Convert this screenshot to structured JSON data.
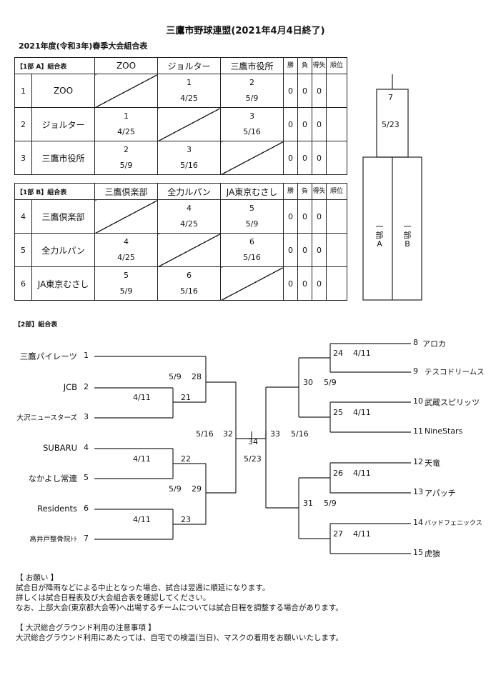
{
  "title": "三鷹市野球連盟(2021年4月4日終了)",
  "subtitle": "2021年度(令和3年)春季大会組合表",
  "league_a": {
    "corner": "【1部 A】組合表",
    "teams": [
      "ZOO",
      "ジョルター",
      "三鷹市役所"
    ],
    "stat_headers": [
      "勝",
      "負",
      "得失",
      "順位"
    ],
    "rows": [
      {
        "num": "1",
        "name": "ZOO",
        "cells": [
          null,
          [
            "1",
            "4/25"
          ],
          [
            "2",
            "5/9"
          ]
        ],
        "stats": [
          "0",
          "0",
          "0",
          ""
        ]
      },
      {
        "num": "2",
        "name": "ジョルター",
        "cells": [
          [
            "1",
            "4/25"
          ],
          null,
          [
            "3",
            "5/16"
          ]
        ],
        "stats": [
          "0",
          "0",
          "0",
          ""
        ]
      },
      {
        "num": "3",
        "name": "三鷹市役所",
        "cells": [
          [
            "2",
            "5/9"
          ],
          [
            "3",
            "5/16"
          ],
          null
        ],
        "stats": [
          "0",
          "0",
          "0",
          ""
        ]
      }
    ]
  },
  "league_b": {
    "corner": "【1部 B】組合表",
    "teams": [
      "三鷹倶楽部",
      "全力ルパン",
      "JA東京むさし"
    ],
    "stat_headers": [
      "勝",
      "負",
      "得失",
      "順位"
    ],
    "rows": [
      {
        "num": "4",
        "name": "三鷹倶楽部",
        "cells": [
          null,
          [
            "4",
            "4/25"
          ],
          [
            "5",
            "5/9"
          ]
        ],
        "stats": [
          "0",
          "0",
          "0",
          ""
        ]
      },
      {
        "num": "5",
        "name": "全力ルパン",
        "cells": [
          [
            "4",
            "4/25"
          ],
          null,
          [
            "6",
            "5/16"
          ]
        ],
        "stats": [
          "0",
          "0",
          "0",
          ""
        ]
      },
      {
        "num": "6",
        "name": "JA東京むさし",
        "cells": [
          [
            "5",
            "5/9"
          ],
          [
            "6",
            "5/16"
          ],
          null
        ],
        "stats": [
          "0",
          "0",
          "0",
          ""
        ]
      }
    ]
  },
  "final1": {
    "game": "7",
    "date": "5/23",
    "left": "一\n部\nA",
    "right": "一\n部\nB"
  },
  "part2_title": "【2部】組合表",
  "left_teams": [
    {
      "name": "三鷹パイレーツ",
      "seed": "1"
    },
    {
      "name": "JCB",
      "seed": "2"
    },
    {
      "name": "大沢ニュースターズ",
      "seed": "3"
    },
    {
      "name": "SUBARU",
      "seed": "4"
    },
    {
      "name": "なかよし常連",
      "seed": "5"
    },
    {
      "name": "Residents",
      "seed": "6"
    },
    {
      "name": "高井戸整骨院ﾄﾄ",
      "seed": "7"
    }
  ],
  "right_teams": [
    {
      "seed": "8",
      "name": "アロカ"
    },
    {
      "seed": "9",
      "name": "テスコドリームス"
    },
    {
      "seed": "10",
      "name": "武蔵スピリッツ"
    },
    {
      "seed": "11",
      "name": "NineStars"
    },
    {
      "seed": "12",
      "name": "天竜"
    },
    {
      "seed": "13",
      "name": "アパッチ"
    },
    {
      "seed": "14",
      "name": "バッドフェニックス"
    },
    {
      "seed": "15",
      "name": "虎狼"
    }
  ],
  "games": {
    "g21": {
      "date": "4/11",
      "num": "21"
    },
    "g22": {
      "date": "4/11",
      "num": "22"
    },
    "g23": {
      "date": "4/11",
      "num": "23"
    },
    "g28": {
      "date": "5/9",
      "num": "28"
    },
    "g29": {
      "date": "5/9",
      "num": "29"
    },
    "g32": {
      "date": "5/16",
      "num": "32"
    },
    "g34": {
      "date": "5/23",
      "num": "34"
    },
    "g33": {
      "date": "5/16",
      "num": "33"
    },
    "g30": {
      "date": "5/9",
      "num": "30"
    },
    "g31": {
      "date": "5/9",
      "num": "31"
    },
    "g24": {
      "date": "4/11",
      "num": "24"
    },
    "g25": {
      "date": "4/11",
      "num": "25"
    },
    "g26": {
      "date": "4/11",
      "num": "26"
    },
    "g27": {
      "date": "4/11",
      "num": "27"
    }
  },
  "notes": {
    "request_title": "【 お願い 】",
    "request_lines": [
      "試合日が降雨などによる中止となった場合、試合は翌週に順延になります。",
      "詳しくは試合日程表及び大会組合表を確認してください。",
      "なお、上部大会(東京都大会等)へ出場するチームについては試合日程を調整する場合があります。"
    ],
    "ground_title": "【 大沢総合グラウンド利用の注意事項 】",
    "ground_lines": [
      "大沢総合グラウンド利用にあたっては、自宅での検温(当日)、マスクの着用をお願いいたします。"
    ]
  }
}
